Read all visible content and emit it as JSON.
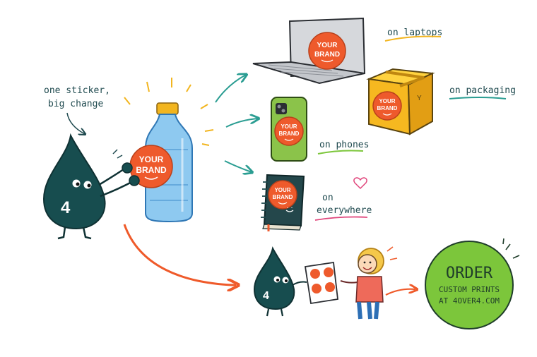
{
  "colors": {
    "mascot": "#174d4f",
    "sticker": "#ee5a2c",
    "accent_teal": "#2a9d92",
    "accent_yellow": "#f2b51f",
    "cta_green": "#7cc63b",
    "arrow_orange": "#ef5a2a"
  },
  "intro": {
    "line1": "one sticker,",
    "line2": "big change"
  },
  "mascot": {
    "number": "4",
    "icon": "water-drop-mascot-icon"
  },
  "sticker": {
    "line1": "YOUR",
    "line2": "BRAND"
  },
  "uses": {
    "laptops": "on laptops",
    "packaging": "on packaging",
    "phones": "on phones",
    "everywhere_1": "on",
    "everywhere_2": "everywhere"
  },
  "cta": {
    "title": "ORDER",
    "line1": "CUSTOM PRINTS",
    "line2": "AT 4OVER4.COM"
  }
}
